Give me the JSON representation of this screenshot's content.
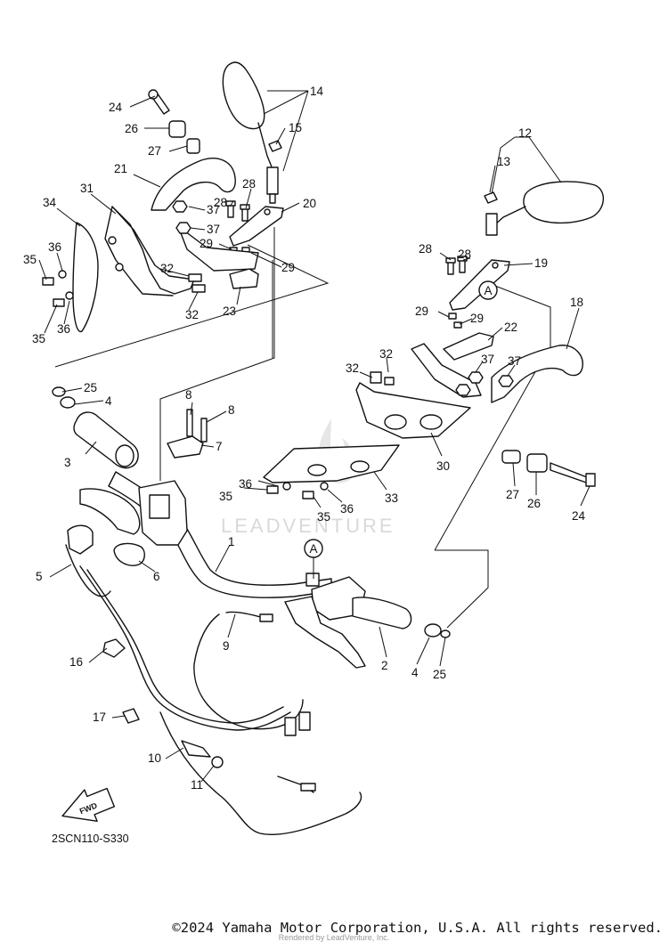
{
  "watermark": "LEADVENTURE",
  "diagram_code": "2SCN110-S330",
  "fwd_label": "FWD",
  "ref_marker": "A",
  "copyright": "©2024 Yamaha Motor Corporation, U.S.A. All rights reserved.",
  "rendered_by": "Rendered by LeadVenture, Inc.",
  "callouts": {
    "n1": "1",
    "n2": "2",
    "n3": "3",
    "n4a": "4",
    "n4b": "4",
    "n5": "5",
    "n6": "6",
    "n7": "7",
    "n8a": "8",
    "n8b": "8",
    "n9": "9",
    "n10": "10",
    "n11": "11",
    "n12": "12",
    "n13": "13",
    "n14": "14",
    "n15": "15",
    "n16": "16",
    "n17": "17",
    "n18": "18",
    "n19": "19",
    "n20": "20",
    "n21": "21",
    "n22": "22",
    "n23": "23",
    "n24a": "24",
    "n24b": "24",
    "n25a": "25",
    "n25b": "25",
    "n26a": "26",
    "n26b": "26",
    "n27a": "27",
    "n27b": "27",
    "n28a": "28",
    "n28b": "28",
    "n28c": "28",
    "n28d": "28",
    "n29a": "29",
    "n29b": "29",
    "n29c": "29",
    "n29d": "29",
    "n30": "30",
    "n31": "31",
    "n32a": "32",
    "n32b": "32",
    "n32c": "32",
    "n32d": "32",
    "n33": "33",
    "n34": "34",
    "n35a": "35",
    "n35b": "35",
    "n35c": "35",
    "n35d": "35",
    "n36a": "36",
    "n36b": "36",
    "n36c": "36",
    "n36d": "36",
    "n37a": "37",
    "n37b": "37",
    "n37c": "37",
    "n37d": "37"
  }
}
